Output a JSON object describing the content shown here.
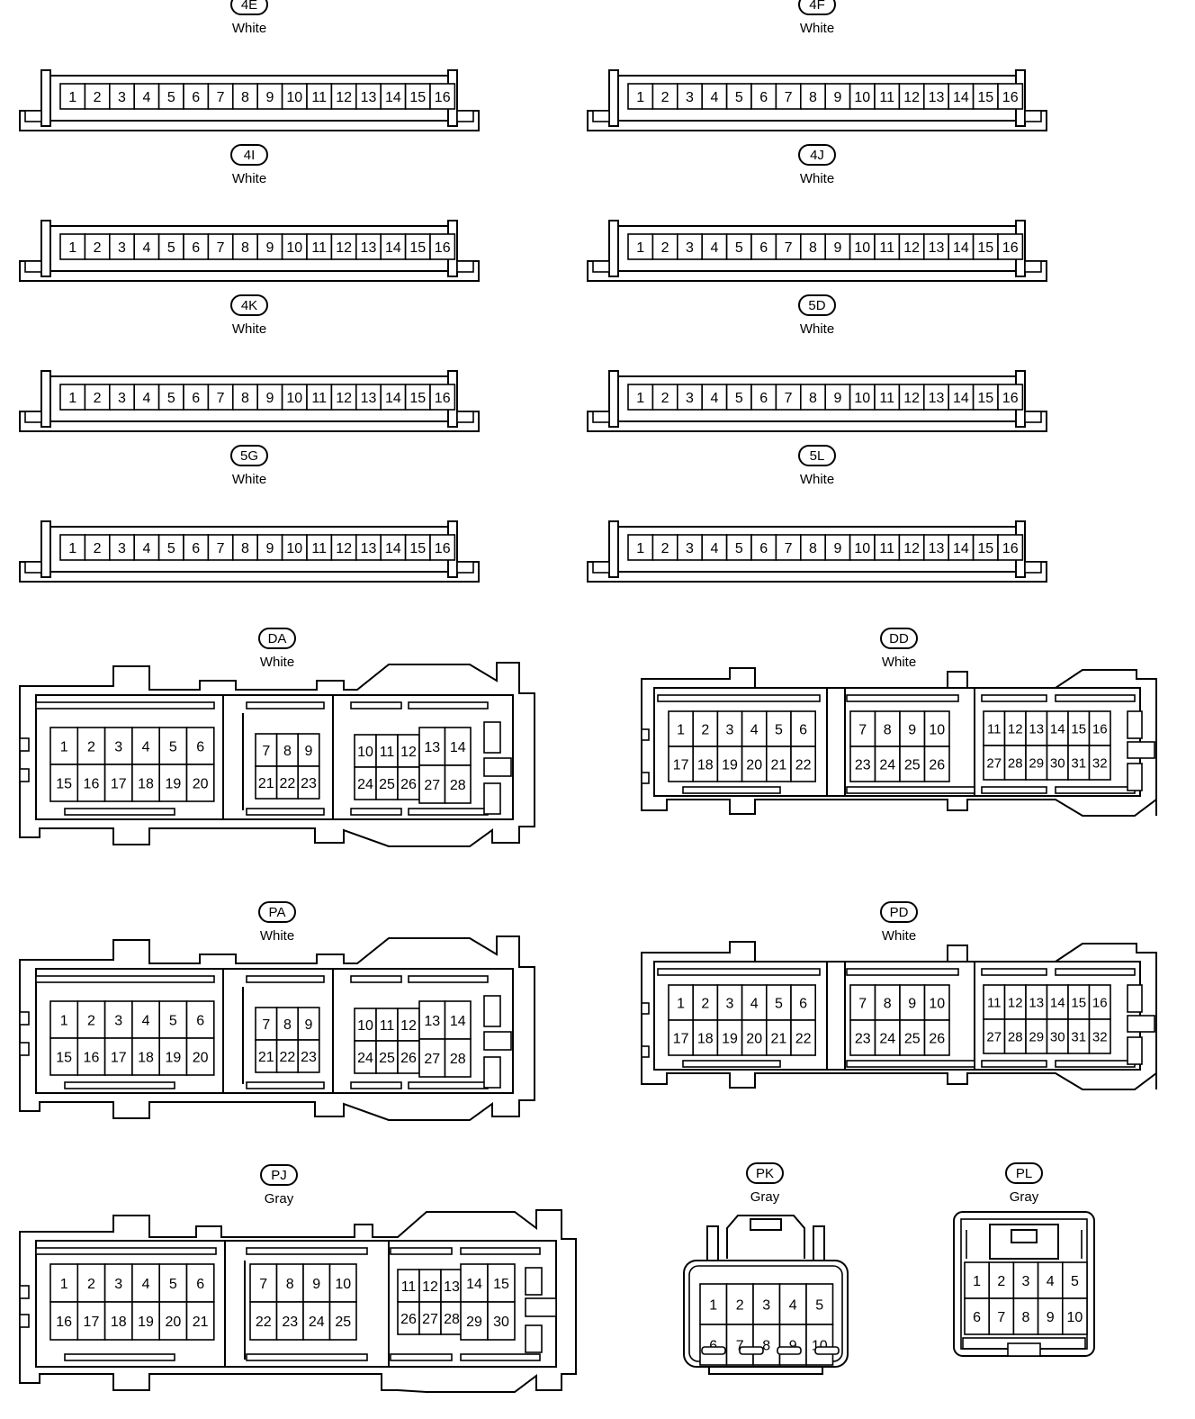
{
  "connectors": [
    {
      "id": "4E",
      "color": "White",
      "pins": [
        "1",
        "2",
        "3",
        "4",
        "5",
        "6",
        "7",
        "8",
        "9",
        "10",
        "11",
        "12",
        "13",
        "14",
        "15",
        "16"
      ]
    },
    {
      "id": "4F",
      "color": "White",
      "pins": [
        "1",
        "2",
        "3",
        "4",
        "5",
        "6",
        "7",
        "8",
        "9",
        "10",
        "11",
        "12",
        "13",
        "14",
        "15",
        "16"
      ]
    },
    {
      "id": "4I",
      "color": "White",
      "pins": [
        "1",
        "2",
        "3",
        "4",
        "5",
        "6",
        "7",
        "8",
        "9",
        "10",
        "11",
        "12",
        "13",
        "14",
        "15",
        "16"
      ]
    },
    {
      "id": "4J",
      "color": "White",
      "pins": [
        "1",
        "2",
        "3",
        "4",
        "5",
        "6",
        "7",
        "8",
        "9",
        "10",
        "11",
        "12",
        "13",
        "14",
        "15",
        "16"
      ]
    },
    {
      "id": "4K",
      "color": "White",
      "pins": [
        "1",
        "2",
        "3",
        "4",
        "5",
        "6",
        "7",
        "8",
        "9",
        "10",
        "11",
        "12",
        "13",
        "14",
        "15",
        "16"
      ]
    },
    {
      "id": "5D",
      "color": "White",
      "pins": [
        "1",
        "2",
        "3",
        "4",
        "5",
        "6",
        "7",
        "8",
        "9",
        "10",
        "11",
        "12",
        "13",
        "14",
        "15",
        "16"
      ]
    },
    {
      "id": "5G",
      "color": "White",
      "pins": [
        "1",
        "2",
        "3",
        "4",
        "5",
        "6",
        "7",
        "8",
        "9",
        "10",
        "11",
        "12",
        "13",
        "14",
        "15",
        "16"
      ]
    },
    {
      "id": "5L",
      "color": "White",
      "pins": [
        "1",
        "2",
        "3",
        "4",
        "5",
        "6",
        "7",
        "8",
        "9",
        "10",
        "11",
        "12",
        "13",
        "14",
        "15",
        "16"
      ]
    },
    {
      "id": "DA",
      "color": "White",
      "blocks": [
        {
          "rows": [
            [
              "1",
              "2",
              "3",
              "4",
              "5",
              "6"
            ],
            [
              "15",
              "16",
              "17",
              "18",
              "19",
              "20"
            ]
          ]
        },
        {
          "rows": [
            [
              "7",
              "8",
              "9"
            ],
            [
              "21",
              "22",
              "23"
            ]
          ]
        },
        {
          "rows": [
            [
              "10",
              "11",
              "12"
            ],
            [
              "24",
              "25",
              "26"
            ]
          ]
        },
        {
          "rows": [
            [
              "13",
              "14"
            ],
            [
              "27",
              "28"
            ]
          ]
        }
      ]
    },
    {
      "id": "DD",
      "color": "White",
      "blocks": [
        {
          "rows": [
            [
              "1",
              "2",
              "3",
              "4",
              "5",
              "6"
            ],
            [
              "17",
              "18",
              "19",
              "20",
              "21",
              "22"
            ]
          ]
        },
        {
          "rows": [
            [
              "7",
              "8",
              "9",
              "10"
            ],
            [
              "23",
              "24",
              "25",
              "26"
            ]
          ]
        },
        {
          "rows": [
            [
              "11",
              "12",
              "13",
              "14",
              "15",
              "16"
            ],
            [
              "27",
              "28",
              "29",
              "30",
              "31",
              "32"
            ]
          ]
        }
      ]
    },
    {
      "id": "PA",
      "color": "White",
      "blocks": [
        {
          "rows": [
            [
              "1",
              "2",
              "3",
              "4",
              "5",
              "6"
            ],
            [
              "15",
              "16",
              "17",
              "18",
              "19",
              "20"
            ]
          ]
        },
        {
          "rows": [
            [
              "7",
              "8",
              "9"
            ],
            [
              "21",
              "22",
              "23"
            ]
          ]
        },
        {
          "rows": [
            [
              "10",
              "11",
              "12"
            ],
            [
              "24",
              "25",
              "26"
            ]
          ]
        },
        {
          "rows": [
            [
              "13",
              "14"
            ],
            [
              "27",
              "28"
            ]
          ]
        }
      ]
    },
    {
      "id": "PD",
      "color": "White",
      "blocks": [
        {
          "rows": [
            [
              "1",
              "2",
              "3",
              "4",
              "5",
              "6"
            ],
            [
              "17",
              "18",
              "19",
              "20",
              "21",
              "22"
            ]
          ]
        },
        {
          "rows": [
            [
              "7",
              "8",
              "9",
              "10"
            ],
            [
              "23",
              "24",
              "25",
              "26"
            ]
          ]
        },
        {
          "rows": [
            [
              "11",
              "12",
              "13",
              "14",
              "15",
              "16"
            ],
            [
              "27",
              "28",
              "29",
              "30",
              "31",
              "32"
            ]
          ]
        }
      ]
    },
    {
      "id": "PJ",
      "color": "Gray",
      "blocks": [
        {
          "rows": [
            [
              "1",
              "2",
              "3",
              "4",
              "5",
              "6"
            ],
            [
              "16",
              "17",
              "18",
              "19",
              "20",
              "21"
            ]
          ]
        },
        {
          "rows": [
            [
              "7",
              "8",
              "9",
              "10"
            ],
            [
              "22",
              "23",
              "24",
              "25"
            ]
          ]
        },
        {
          "rows": [
            [
              "11",
              "12",
              "13"
            ],
            [
              "26",
              "27",
              "28"
            ]
          ]
        },
        {
          "rows": [
            [
              "14",
              "15"
            ],
            [
              "29",
              "30"
            ]
          ]
        }
      ]
    },
    {
      "id": "PK",
      "color": "Gray",
      "blocks": [
        {
          "rows": [
            [
              "1",
              "2",
              "3",
              "4",
              "5"
            ],
            [
              "6",
              "7",
              "8",
              "9",
              "10"
            ]
          ]
        }
      ]
    },
    {
      "id": "PL",
      "color": "Gray",
      "blocks": [
        {
          "rows": [
            [
              "1",
              "2",
              "3",
              "4",
              "5"
            ],
            [
              "6",
              "7",
              "8",
              "9",
              "10"
            ]
          ]
        }
      ]
    }
  ]
}
